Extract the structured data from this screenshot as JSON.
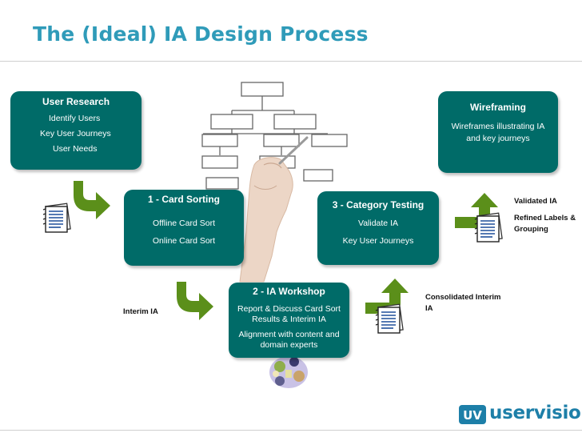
{
  "title": "The (Ideal) IA Design Process",
  "colors": {
    "title": "#2f9bb9",
    "box": "#006b68",
    "arrow": "#5b8f1a",
    "logo": "#1d7fa8"
  },
  "boxes": {
    "user_research": {
      "heading": "User Research",
      "lines": [
        "Identify Users",
        "Key User Journeys",
        "User Needs"
      ]
    },
    "card_sorting": {
      "heading": "1 - Card Sorting",
      "lines": [
        "Offline Card Sort",
        "Online Card Sort"
      ]
    },
    "ia_workshop": {
      "heading": "2 - IA Workshop",
      "lines": [
        "Report & Discuss Card Sort",
        "Results & Interim IA",
        "Alignment with content and",
        "domain experts"
      ]
    },
    "category_testing": {
      "heading": "3 - Category Testing",
      "lines": [
        "Validate IA",
        "Key User Journeys"
      ]
    },
    "wireframing": {
      "heading": "Wireframing",
      "lines": [
        "Wireframes illustrating IA",
        "and key journeys"
      ]
    }
  },
  "labels": {
    "interim_ia": "Interim IA",
    "consolidated_1": "Consolidated Interim",
    "consolidated_2": "IA",
    "validated_ia": "Validated IA",
    "refined_1": "Refined Labels &",
    "refined_2": "Grouping"
  },
  "logo": {
    "mark": "UV",
    "text": "uservision"
  },
  "icons": [
    "document-stack-icon",
    "curved-arrow-icon",
    "org-chart-image",
    "workshop-photo"
  ]
}
